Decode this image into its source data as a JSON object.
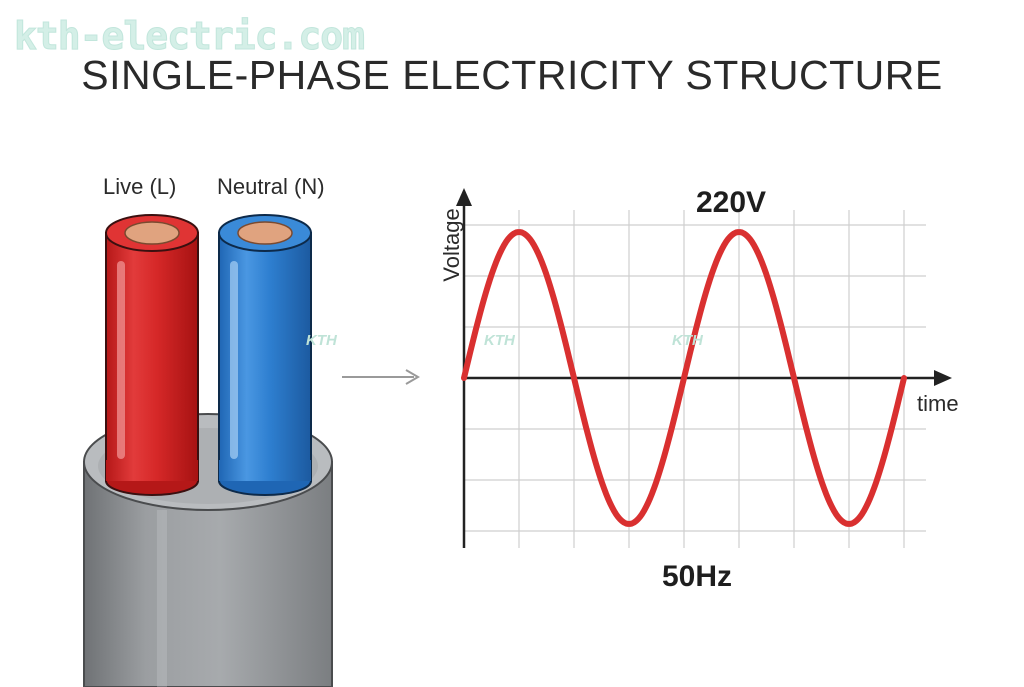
{
  "watermark": {
    "text": "kth-electric.com"
  },
  "title": "SINGLE-PHASE ELECTRICITY STRUCTURE",
  "cable": {
    "live_label": "Live (L)",
    "neutral_label": "Neutral (N)",
    "colors": {
      "live": "#d62828",
      "neutral": "#2e7fd0",
      "sheath": "#8e9194",
      "copper": "#e0a37f"
    }
  },
  "brand_badges": [
    "KTH",
    "KTH",
    "KTH"
  ],
  "chart_data": {
    "type": "line",
    "xlabel": "time",
    "ylabel": "Voltage",
    "annotations": {
      "peak": "220V",
      "frequency": "50Hz"
    },
    "waveform": "sine",
    "cycles": 2,
    "grid": true,
    "line_color": "#d93030"
  }
}
